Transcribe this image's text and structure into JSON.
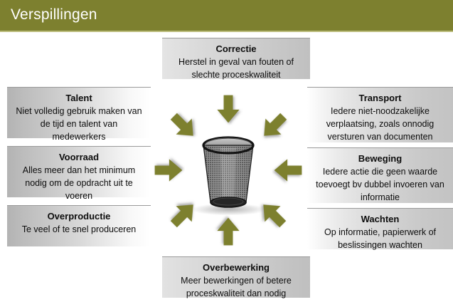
{
  "header": {
    "title": "Verspillingen",
    "background_color": "#7d802f",
    "text_color": "#ffffff"
  },
  "diagram": {
    "center_icon": "wastebasket-icon",
    "arrow_color": "#7d802f",
    "arrow_count": 8,
    "arrows": [
      {
        "name": "arrow-top",
        "direction": "down"
      },
      {
        "name": "arrow-top-right",
        "direction": "down-left"
      },
      {
        "name": "arrow-right",
        "direction": "left"
      },
      {
        "name": "arrow-bottom-right",
        "direction": "up-left"
      },
      {
        "name": "arrow-bottom",
        "direction": "up"
      },
      {
        "name": "arrow-bottom-left",
        "direction": "up-right"
      },
      {
        "name": "arrow-left",
        "direction": "right"
      },
      {
        "name": "arrow-top-left",
        "direction": "down-right"
      }
    ]
  },
  "wastes": {
    "correctie": {
      "title": "Correctie",
      "body": "Herstel in geval van fouten of slechte proceskwaliteit"
    },
    "talent": {
      "title": "Talent",
      "body": "Niet volledig gebruik maken van de tijd en talent van medewerkers"
    },
    "voorraad": {
      "title": "Voorraad",
      "body": "Alles meer dan het minimum nodig om de opdracht uit te voeren"
    },
    "overproductie": {
      "title": "Overproductie",
      "body": "Te veel of te snel produceren"
    },
    "transport": {
      "title": "Transport",
      "body": "Iedere niet-noodzakelijke verplaatsing, zoals onnodig versturen van documenten"
    },
    "beweging": {
      "title": "Beweging",
      "body": "Iedere actie die geen waarde toevoegt bv dubbel invoeren van informatie"
    },
    "wachten": {
      "title": "Wachten",
      "body": "Op informatie, papierwerk of beslissingen wachten"
    },
    "overbewerking": {
      "title": "Overbewerking",
      "body": "Meer bewerkingen of betere proceskwaliteit dan nodig"
    }
  }
}
